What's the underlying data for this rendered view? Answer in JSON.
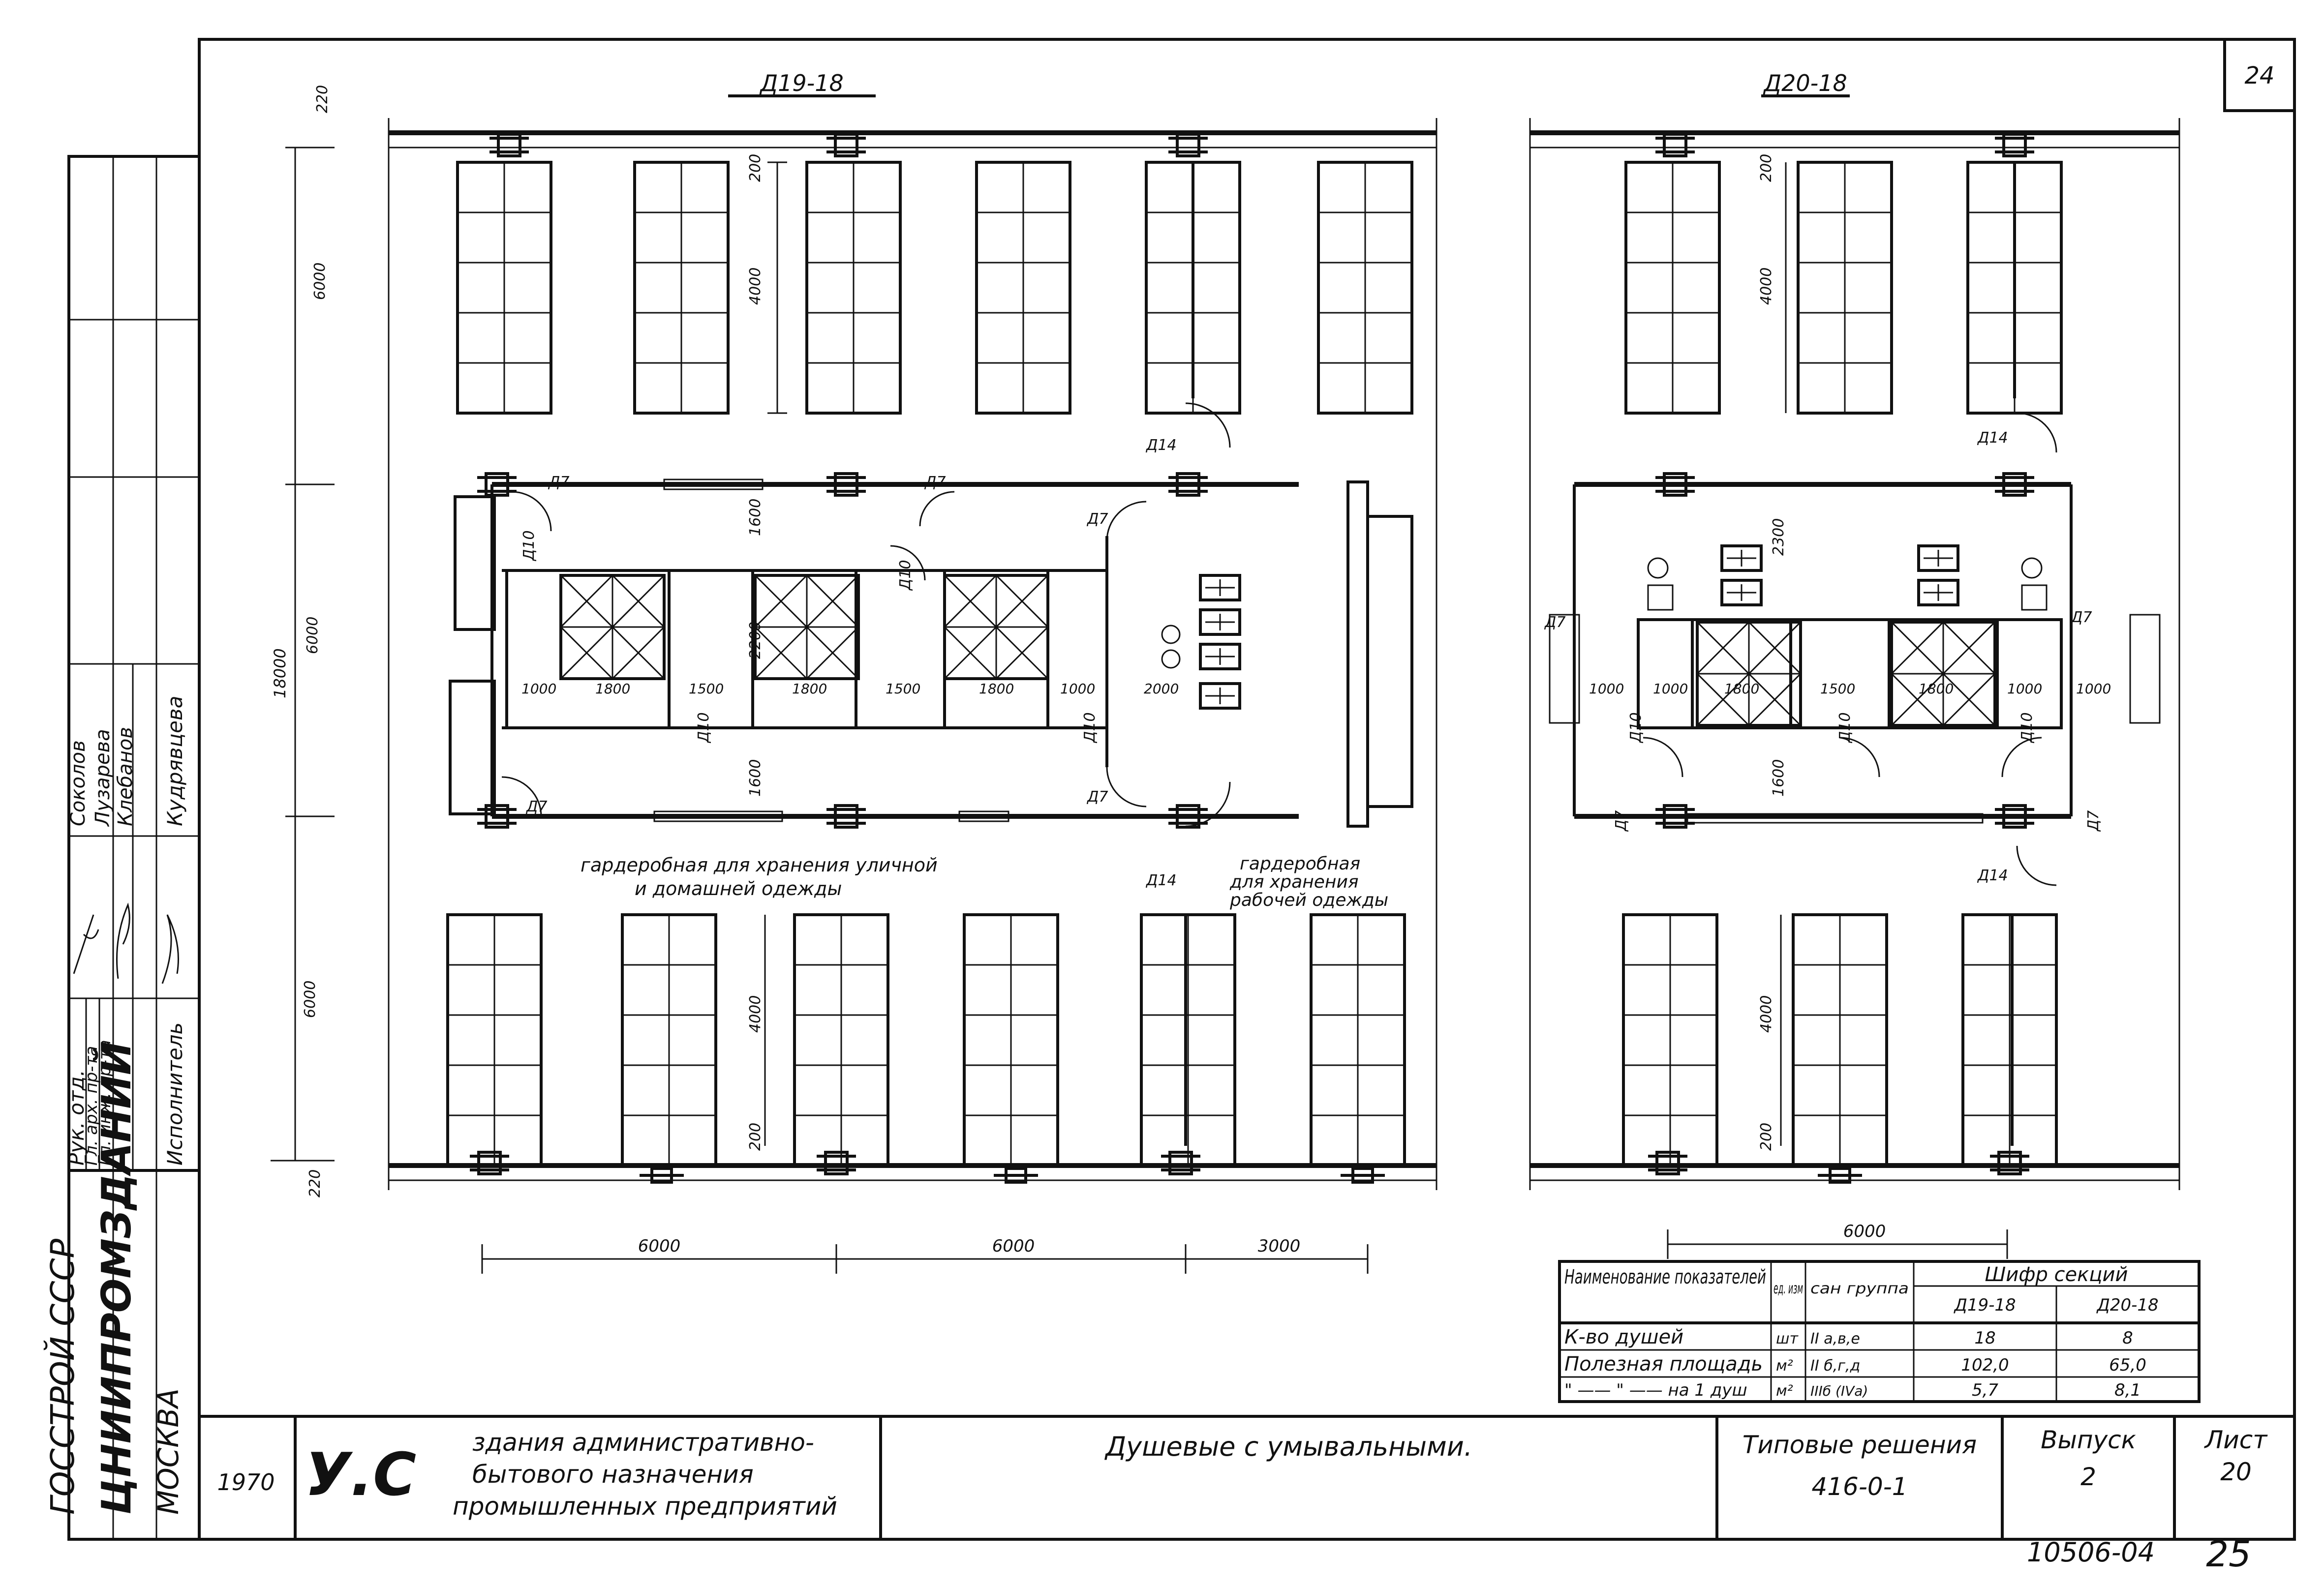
{
  "sheet": {
    "sheet_number": "24",
    "page_number": "25",
    "inventory_number": "10506-04"
  },
  "plans": [
    {
      "label": "Д19-18",
      "dims": {
        "top_220": "220",
        "d200": "200",
        "d4000": "4000",
        "d6000_top": "6000",
        "d6000_mid": "6000",
        "d6000_bot": "6000",
        "d18000": "18000",
        "d1600a": "1600",
        "d1600b": "1600",
        "d2200": "2200",
        "row": [
          "1000",
          "1800",
          "1500",
          "1800",
          "1500",
          "1800",
          "1000",
          "2000"
        ],
        "bot_4000": "4000",
        "bot_200": "200",
        "bot_220": "220",
        "span1": "6000",
        "span2": "6000",
        "span3": "3000"
      },
      "doors": [
        "Д7",
        "Д7",
        "Д7",
        "Д10",
        "Д10",
        "Д10",
        "Д10",
        "Д7",
        "Д7",
        "Д14",
        "Д14"
      ],
      "captions": {
        "left1": "гардеробная для хранения уличной",
        "left2": "и домашней одежды",
        "right1": "гардеробная",
        "right2": "для хранения",
        "right3": "рабочей одежды"
      }
    },
    {
      "label": "Д20-18",
      "dims": {
        "d200": "200",
        "d4000": "4000",
        "d2300": "2300",
        "d1600": "1600",
        "row": [
          "1000",
          "1000",
          "1800",
          "1500",
          "1800",
          "1000",
          "1000"
        ],
        "bot_4000": "4000",
        "bot_200": "200",
        "span": "6000"
      },
      "doors": [
        "Д7",
        "Д7",
        "Д7",
        "Д7",
        "Д10",
        "Д10",
        "Д10",
        "Д14",
        "Д14"
      ]
    }
  ],
  "table": {
    "headers": {
      "name": "Наименование показателей",
      "unit": "ед. изм",
      "group": "сан группа",
      "cipher": "Шифр секций",
      "c1": "Д19-18",
      "c2": "Д20-18"
    },
    "rows": [
      {
        "name": "К-во душей",
        "unit": "шт",
        "group": "II а,в,е",
        "c1": "18",
        "c2": "8"
      },
      {
        "name": "Полезная площадь",
        "unit": "м²",
        "group": "II б,г,д",
        "c1": "102,0",
        "c2": "65,0"
      },
      {
        "name": "\" —— \" —— на 1 душ",
        "unit": "м²",
        "group": "IIIб (IVа)",
        "c1": "5,7",
        "c2": "8,1"
      }
    ]
  },
  "stamp": {
    "org1": "ГОССТРОЙ СССР",
    "org2": "ЦНИИПРОМЗДАНИЙ",
    "org3": "МОСКВА",
    "roles": [
      "Рук. отд.",
      "Гл. арх. пр-та",
      "Гл. инж. пр-та",
      "Исполнитель"
    ],
    "names": [
      "Соколов",
      "Лузарева",
      "Клебанов",
      "Кудрявцева"
    ],
    "year": "1970",
    "logo": "У.С",
    "desc1": "здания административно-",
    "desc2": "бытового назначения",
    "desc3": "промышленных предприятий",
    "title": "Душевые с умывальными.",
    "series_label": "Типовые решения",
    "series": "416-0-1",
    "issue_label": "Выпуск",
    "issue": "2",
    "sheet_label": "Лист",
    "sheet": "20"
  }
}
